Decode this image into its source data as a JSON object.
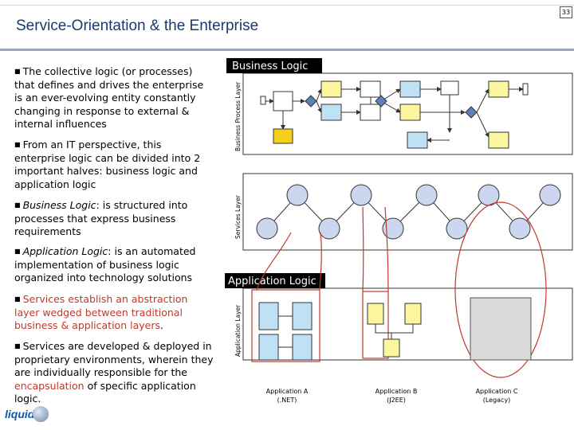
{
  "page": {
    "number": "33",
    "title": "Service-Orientation & the Enterprise"
  },
  "bullets": [
    {
      "lines": [
        "The collective logic (or processes)",
        "that defines and drives the enterprise",
        "is an ever-evolving entity constantly",
        "changing in response to external &",
        "internal influences"
      ]
    },
    {
      "lines": [
        "From an IT perspective, this",
        "enterprise logic can be divided into 2",
        "important halves:  business logic and",
        "application logic"
      ]
    },
    {
      "term": "Business Logic",
      "lines": [
        ": is structured into",
        "processes that express business",
        "requirements"
      ]
    },
    {
      "term": "Application Logic",
      "lines": [
        ": is an automated",
        "implementation of business logic",
        "organized into technology solutions"
      ]
    },
    {
      "red_lines": [
        "Services establish an abstraction",
        "layer wedged between traditional",
        "business & application layers"
      ],
      "suffix": "."
    },
    {
      "lines": [
        "Services are developed & deployed in",
        "proprietary environments, wherein they",
        "are individually responsible for the"
      ],
      "red_word": "encapsulation",
      "tail": " of specific application",
      "last": "logic."
    }
  ],
  "diagram": {
    "business_logic_label": "Business Logic",
    "application_logic_label": "Application Logic",
    "layers": {
      "process": "Business Process Layer",
      "services": "Services Layer",
      "application": "Application Layer"
    },
    "apps": [
      {
        "name": "Application A",
        "tech": "(.NET)"
      },
      {
        "name": "Application B",
        "tech": "(J2EE)"
      },
      {
        "name": "Application C",
        "tech": "(Legacy)"
      }
    ]
  },
  "logo": {
    "text": "liquid"
  },
  "colors": {
    "title": "#1a3a6b",
    "label_bg": "#000000",
    "box_yellow": "#fdf6a0",
    "box_orange": "#f4d018",
    "box_blue": "#bfe0f5",
    "diamond": "#5a84b8",
    "service_circle": "#cdd6ef",
    "red_outline": "#c0392b"
  }
}
